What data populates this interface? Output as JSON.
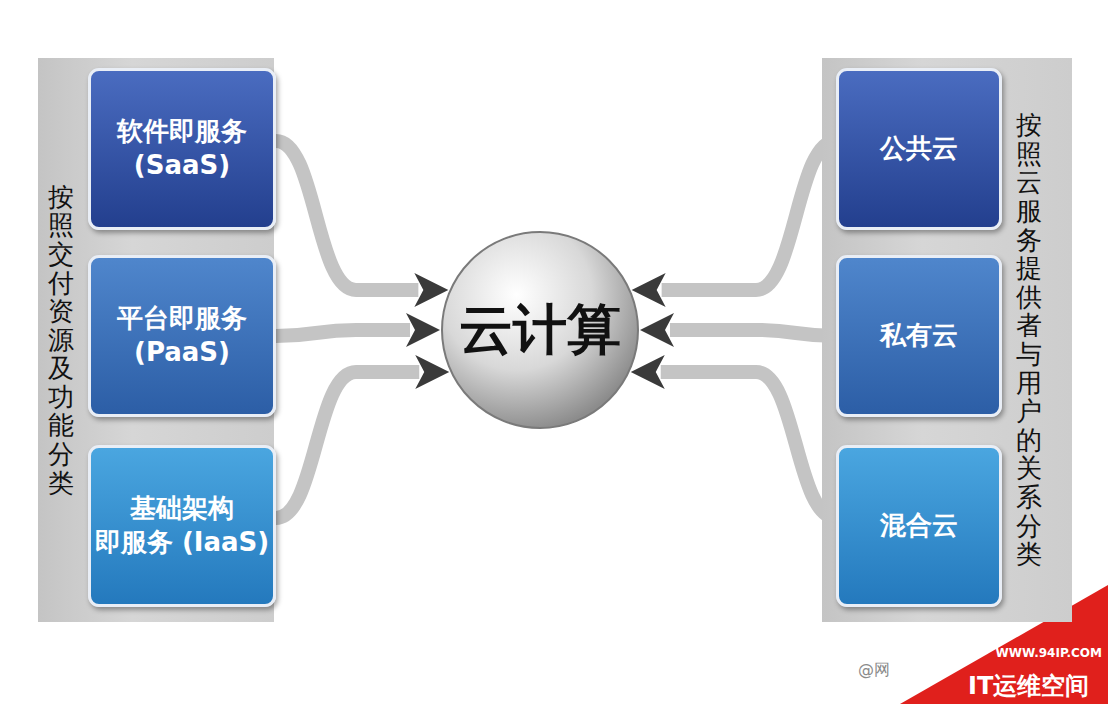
{
  "diagram": {
    "nodes": [
      {
        "text": [
          "按照交付资源及功能分类"
        ]
      },
      {
        "text": [
          "软件即服务 (SaaS)"
        ],
        "in": 0
      },
      {
        "text": [
          "平台即服务 (PaaS)"
        ],
        "in": 0
      },
      {
        "text": [
          "基础架构 即服务 (IaaS)"
        ],
        "in": 0
      },
      {
        "text": [
          "云计算"
        ]
      },
      {
        "text": [
          "按照云服务提供者与用户的关系分类"
        ]
      },
      {
        "text": [
          "公共云"
        ],
        "in": 5
      },
      {
        "text": [
          "私有云"
        ],
        "in": 5
      },
      {
        "text": [
          "混合云"
        ],
        "in": 5
      }
    ],
    "edges": [
      {
        "from": 1,
        "to": 4,
        "arrow": "to"
      },
      {
        "from": 2,
        "to": 4,
        "arrow": "to"
      },
      {
        "from": 3,
        "to": 4,
        "arrow": "to"
      },
      {
        "from": 6,
        "to": 4,
        "arrow": "to"
      },
      {
        "from": 7,
        "to": 4,
        "arrow": "to"
      },
      {
        "from": 8,
        "to": 4,
        "arrow": "to"
      }
    ],
    "labels": [
      "@网",
      "WWW.94IP.COM",
      "IT运维空间"
    ]
  }
}
